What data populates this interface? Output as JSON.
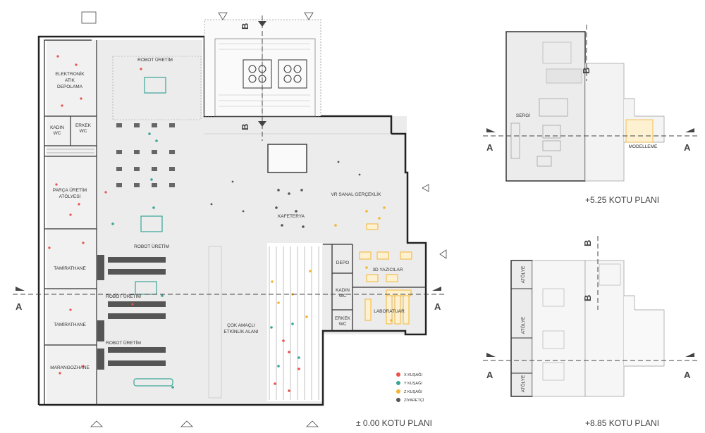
{
  "plans": {
    "ground": {
      "title": "± 0.00 KOTU PLANI"
    },
    "mid": {
      "title": "+5.25 KOTU PLANI"
    },
    "top": {
      "title": "+8.85 KOTU PLANI"
    }
  },
  "section_marks": {
    "a": "A",
    "b": "B"
  },
  "rooms": {
    "elektronik": [
      "ELEKTRONİK",
      "ATIK",
      "DEPOLAMA"
    ],
    "kadin_wc_left": [
      "KADIN",
      "WC"
    ],
    "erkek_wc_left": [
      "ERKEK",
      "WC"
    ],
    "parca": [
      "PARÇA ÜRETİM",
      "ATÖLYESİ"
    ],
    "tamirathane_1": "TAMİRATHANE",
    "tamirathane_2": "TAMİRATHANE",
    "marangozhane": "MARANGOZHANE",
    "robot_1": "ROBOT ÜRETİM",
    "robot_2": "ROBOT ÜRETİM",
    "robot_3": "ROBOT ÜRETİM",
    "robot_4": "ROBOT ÜRETİM",
    "cok_amacli": [
      "ÇOK AMAÇLI",
      "ETKİNLİK ALANI"
    ],
    "kafeterya": "KAFETERYA",
    "vr": "VR SANAL GERÇEKLİK",
    "depo": "DEPO",
    "yazicilar": "3D YAZICILAR",
    "kadin_wc_right": [
      "KADIN",
      "WC"
    ],
    "erkek_wc_right": [
      "ERKEK",
      "WC"
    ],
    "laboratuar": "LABORATUAR",
    "sergi": "SERGİ",
    "modelleme": "MODELLEME",
    "atolye_1": "ATÖLYE",
    "atolye_2": "ATÖLYE",
    "atolye_3": "ATÖLYE"
  },
  "legend": [
    {
      "label": "X KUŞAĞI",
      "color": "#e8524a"
    },
    {
      "label": "Y KUŞAĞI",
      "color": "#3aa597"
    },
    {
      "label": "Z KUŞAĞI",
      "color": "#f2b632"
    },
    {
      "label": "ZİYARETÇİ",
      "color": "#555555"
    }
  ]
}
